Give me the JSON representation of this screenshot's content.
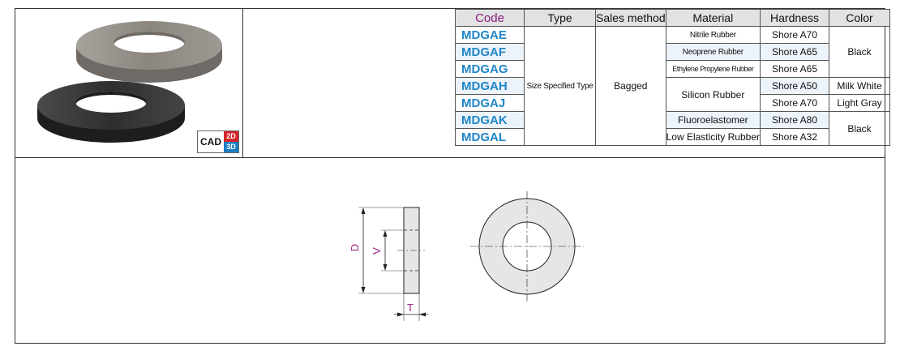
{
  "product": {
    "cad_label": "CAD",
    "cad_2d": "2D",
    "cad_3d": "3D"
  },
  "table": {
    "headers": [
      "Code",
      "Type",
      "Sales method",
      "Material",
      "Hardness",
      "Color"
    ],
    "type_value": "Size Specified Type",
    "sales_value": "Bagged",
    "rows": [
      {
        "code": "MDGAE",
        "material": "Nitrile Rubber",
        "hardness": "Shore A70"
      },
      {
        "code": "MDGAF",
        "material": "Neoprene Rubber",
        "hardness": "Shore A65"
      },
      {
        "code": "MDGAG",
        "material": "Ethylene Propylene Rubber",
        "hardness": "Shore A65"
      },
      {
        "code": "MDGAH",
        "material": "Silicon Rubber",
        "hardness": "Shore A50"
      },
      {
        "code": "MDGAJ",
        "material": "",
        "hardness": "Shore A70"
      },
      {
        "code": "MDGAK",
        "material": "Fluoroelastomer",
        "hardness": "Shore A80"
      },
      {
        "code": "MDGAL",
        "material": "Low Elasticity Rubber",
        "hardness": "Shore A32"
      }
    ],
    "colors": {
      "black_1": "Black",
      "milk_white": "Milk White",
      "light_gray": "Light Gray",
      "black_2": "Black"
    }
  },
  "drawing": {
    "dim_d": "D",
    "dim_v": "V",
    "dim_t": "T"
  },
  "palette": {
    "code_color": "#1f86c8",
    "header_code_color": "#8a1c7c",
    "dimension_color": "#a0228a",
    "washer_gray": "#8f8a84",
    "washer_black": "#3a3a3a"
  }
}
